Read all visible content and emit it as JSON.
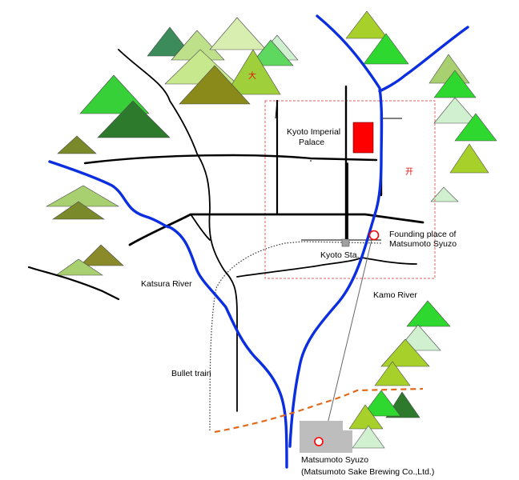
{
  "labels": {
    "imperial_palace": [
      "Kyoto Imperial",
      "Palace"
    ],
    "founding_place": [
      "Founding place of",
      "Matsumoto Syuzo"
    ],
    "kyoto_station": "Kyoto Sta.",
    "katsura_river": "Katsura River",
    "kamo_river": "Kamo River",
    "bullet_train": "Bullet train",
    "matsumoto_syuzo": [
      "Matsumoto Syuzo",
      "(Matsumoto Sake Brewing Co.,Ltd.)"
    ],
    "daimonji_mark": "大",
    "shrine_mark": "开"
  },
  "colors": {
    "river": "#0a2ee0",
    "road": "#000000",
    "imperial_palace": "#ff0000",
    "founding_marker": "#ff0000",
    "bullet_train": "#e06a1a",
    "city_boundary": "#e06060",
    "brewery_area": "#bdbdbd",
    "station": "#a0a0a0"
  }
}
